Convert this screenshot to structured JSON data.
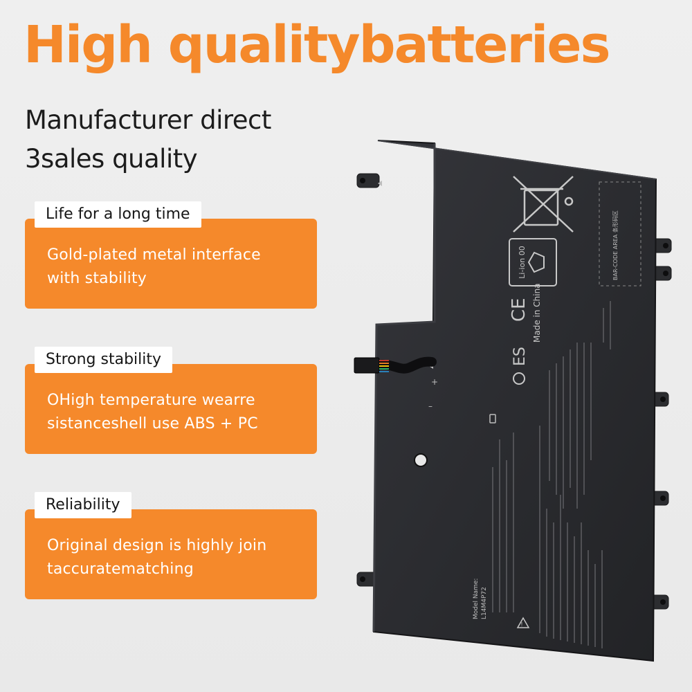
{
  "headline": "High qualitybatteries",
  "subheadline": {
    "line1": "Manufacturer direct",
    "line2": "3sales quality"
  },
  "features": [
    {
      "tag": "Life for a long time",
      "desc_line1": "Gold-plated metal interface",
      "desc_line2": "with stability"
    },
    {
      "tag": "Strong stability",
      "desc_line1": "OHigh temperature wearre",
      "desc_line2": "sistanceshell use ABS + PC"
    },
    {
      "tag": "Reliability",
      "desc_line1": "Original design is highly join",
      "desc_line2": "taccuratematching"
    }
  ],
  "battery_label": {
    "li_ion": "Li-ion 00",
    "ce": "CE",
    "made_in": "Made in China",
    "barcode": "BAR-CODE AREA 条形码区",
    "model_name": "Model Name:",
    "model_number": "L14M4P72"
  },
  "colors": {
    "headline": "#f5892b",
    "card": "#f5892b",
    "battery_body": "#2a2b2e",
    "battery_label_text": "#b8b8b8"
  }
}
